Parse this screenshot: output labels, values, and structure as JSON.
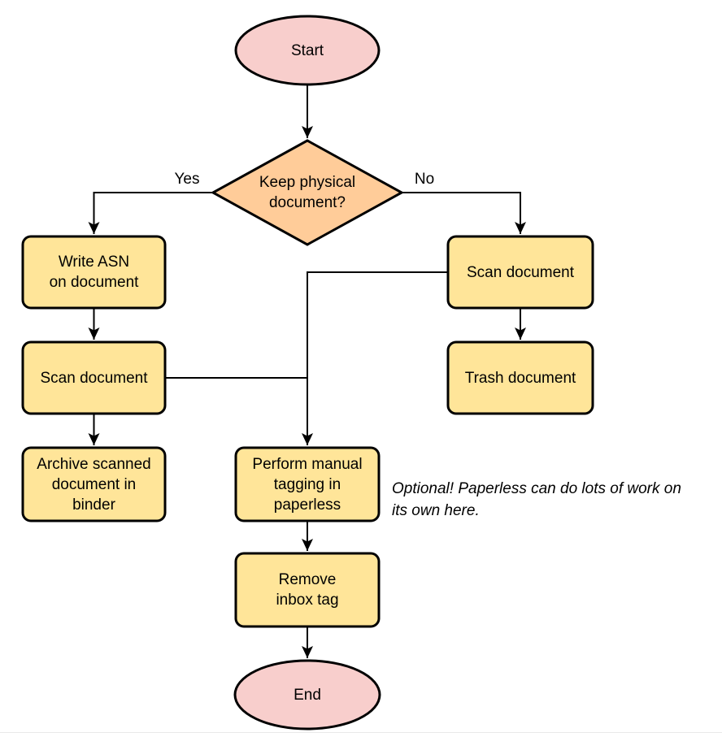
{
  "colors": {
    "terminal_fill": "#f8cecc",
    "decision_fill": "#ffcc99",
    "process_fill": "#ffe599",
    "line": "#000000"
  },
  "nodes": {
    "start": {
      "label": "Start"
    },
    "decision": {
      "label": "Keep physical\ndocument?"
    },
    "write_asn": {
      "label": "Write ASN\non document"
    },
    "scan_keep": {
      "label": "Scan document"
    },
    "archive": {
      "label": "Archive scanned\ndocument in\nbinder"
    },
    "scan_discard": {
      "label": "Scan document"
    },
    "trash": {
      "label": "Trash document"
    },
    "tagging": {
      "label": "Perform manual\ntagging in\npaperless"
    },
    "remove_inbox": {
      "label": "Remove\ninbox tag"
    },
    "end": {
      "label": "End"
    }
  },
  "edge_labels": {
    "yes": "Yes",
    "no": "No"
  },
  "note": {
    "text": "Optional! Paperless can do lots of work on\nits own here."
  }
}
